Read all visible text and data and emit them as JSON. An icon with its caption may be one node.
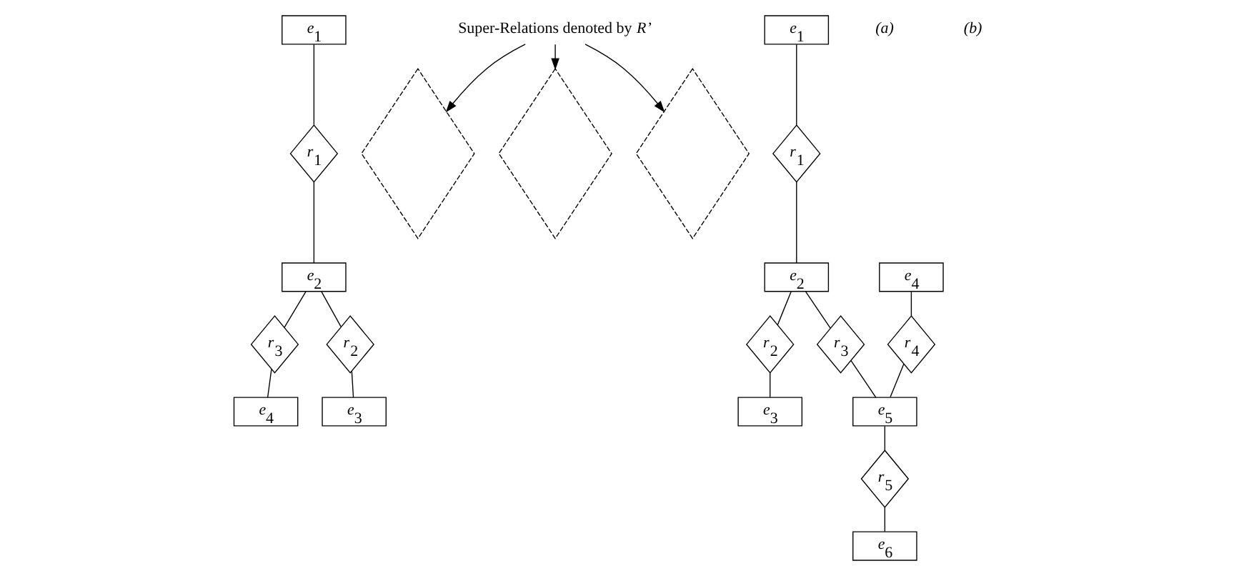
{
  "diagram": {
    "nodes": [
      {
        "text": [
          "*e*$_{1}$"
        ]
      },
      {
        "text": [],
        "shape": "diamond"
      },
      {
        "text": [
          "*r*$_{1}$"
        ]
      },
      {
        "text": [
          "*e*$_{2}$"
        ]
      },
      {
        "text": [
          "*r*$_{3}$"
        ]
      },
      {
        "text": [
          "*e*$_{4}$"
        ]
      },
      {
        "text": [
          "*r*$_{2}$"
        ]
      },
      {
        "text": [
          "*e*$_{3}$"
        ]
      },
      {
        "text": [
          "*e*$_{1}$"
        ]
      },
      {
        "text": [
          "*e*$_{4}$"
        ]
      },
      {
        "text": [],
        "shape": "diamond"
      },
      {
        "text": [],
        "shape": "diamond"
      },
      {
        "text": [
          "*r*$_{1}$"
        ]
      },
      {
        "text": [
          "*r*$_{4}$"
        ]
      },
      {
        "text": [
          "*e*$_{2}$"
        ]
      },
      {
        "text": [
          "*r*$_{3}$"
        ]
      },
      {
        "text": [
          "*e*$_{5}$"
        ]
      },
      {
        "text": [
          "*r*$_{2}$"
        ]
      },
      {
        "text": [
          "*r*$_{5}$"
        ]
      },
      {
        "text": [
          "*e*$_{3}$"
        ]
      },
      {
        "text": [
          "*e*$_{6}$"
        ]
      },
      {
        "text": [
          "Super-Relations denoted by *R’*"
        ]
      }
    ],
    "edges": [
      {
        "from": 0,
        "to": 2,
        "arrow": "none"
      },
      {
        "from": 2,
        "to": 3,
        "arrow": "none"
      },
      {
        "from": 3,
        "to": 6,
        "arrow": "none"
      },
      {
        "from": 6,
        "to": 7,
        "arrow": "none"
      },
      {
        "from": 3,
        "to": 4,
        "arrow": "none"
      },
      {
        "from": 4,
        "to": 5,
        "arrow": "none"
      },
      {
        "from": 8,
        "to": 12,
        "arrow": "none"
      },
      {
        "from": 12,
        "to": 14,
        "arrow": "none"
      },
      {
        "from": 14,
        "to": 17,
        "arrow": "none"
      },
      {
        "from": 17,
        "to": 19,
        "arrow": "none"
      },
      {
        "from": 14,
        "to": 15,
        "arrow": "none"
      },
      {
        "from": 15,
        "to": 16,
        "arrow": "none"
      },
      {
        "from": 9,
        "to": 13,
        "arrow": "none"
      },
      {
        "from": 13,
        "to": 16,
        "arrow": "none"
      },
      {
        "from": 16,
        "to": 18,
        "arrow": "none"
      },
      {
        "from": 18,
        "to": 20,
        "arrow": "none"
      },
      {
        "from": 21,
        "to": 1,
        "arrow": "to"
      },
      {
        "from": 21,
        "to": 10,
        "arrow": "to"
      },
      {
        "from": 21,
        "to": 11,
        "arrow": "to"
      }
    ],
    "labels": [
      "(a)",
      "(b)"
    ]
  }
}
